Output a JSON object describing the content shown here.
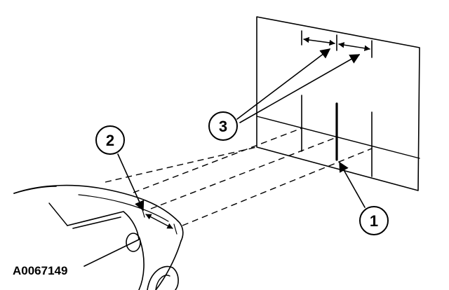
{
  "figure": {
    "id_code": "A0067149",
    "callouts": [
      {
        "label": "1"
      },
      {
        "label": "2"
      },
      {
        "label": "3"
      }
    ]
  }
}
